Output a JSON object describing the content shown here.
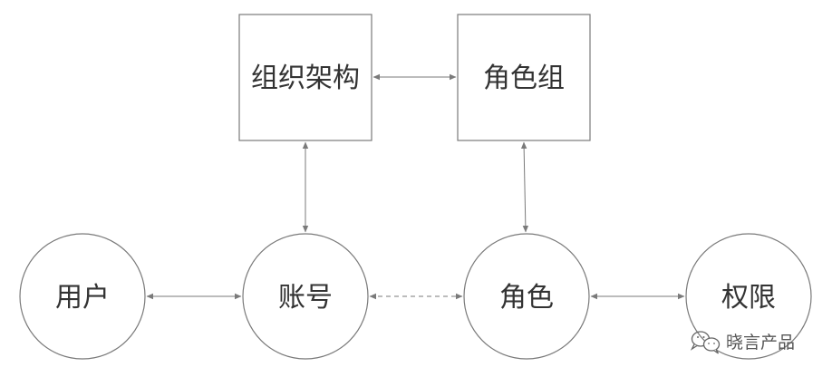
{
  "diagram": {
    "nodes": {
      "org": "组织架构",
      "role_group": "角色组",
      "user": "用户",
      "account": "账号",
      "role": "角色",
      "permission": "权限"
    },
    "watermark": "晓言产品"
  },
  "colors": {
    "stroke": "#7a7a7a",
    "text": "#333333",
    "background": "#ffffff"
  }
}
